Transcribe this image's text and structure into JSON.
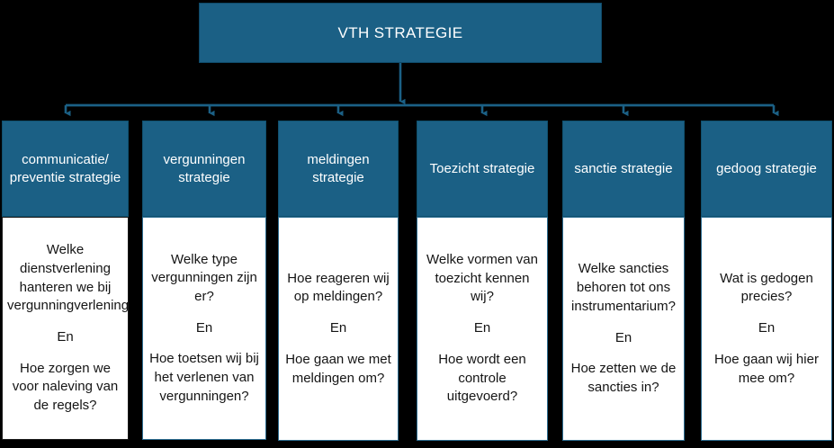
{
  "diagram": {
    "root": {
      "title": "VTH STRATEGIE"
    },
    "colors": {
      "node_fill": "#1B6085",
      "node_text": "#FFFFFF",
      "body_fill": "#FFFFFF",
      "body_text": "#151515",
      "connector": "#1B6085",
      "canvas": "#000000"
    },
    "connector_label": "En",
    "columns": [
      {
        "header": "communicatie/ preventie strategie",
        "question_1": "Welke dienstverlening hanteren we bij vergunningverlening",
        "connector": "En",
        "question_2": "Hoe zorgen we voor naleving van de regels?"
      },
      {
        "header": "vergunningen strategie",
        "question_1": "Welke type vergunningen zijn er?",
        "connector": "En",
        "question_2": "Hoe toetsen wij bij het verlenen van vergunningen?"
      },
      {
        "header": "meldingen strategie",
        "question_1": "Hoe reageren wij op meldingen?",
        "connector": "En",
        "question_2": "Hoe gaan we met meldingen om?"
      },
      {
        "header": "Toezicht strategie",
        "question_1": "Welke vormen van toezicht kennen wij?",
        "connector": "En",
        "question_2": "Hoe wordt een controle uitgevoerd?"
      },
      {
        "header": "sanctie strategie",
        "question_1": "Welke sancties behoren tot ons instrumentarium?",
        "connector": "En",
        "question_2": "Hoe zetten we de sancties in?"
      },
      {
        "header": "gedoog strategie",
        "question_1": "Wat is gedogen precies?",
        "connector": "En",
        "question_2": "Hoe gaan wij hier mee om?"
      }
    ]
  }
}
